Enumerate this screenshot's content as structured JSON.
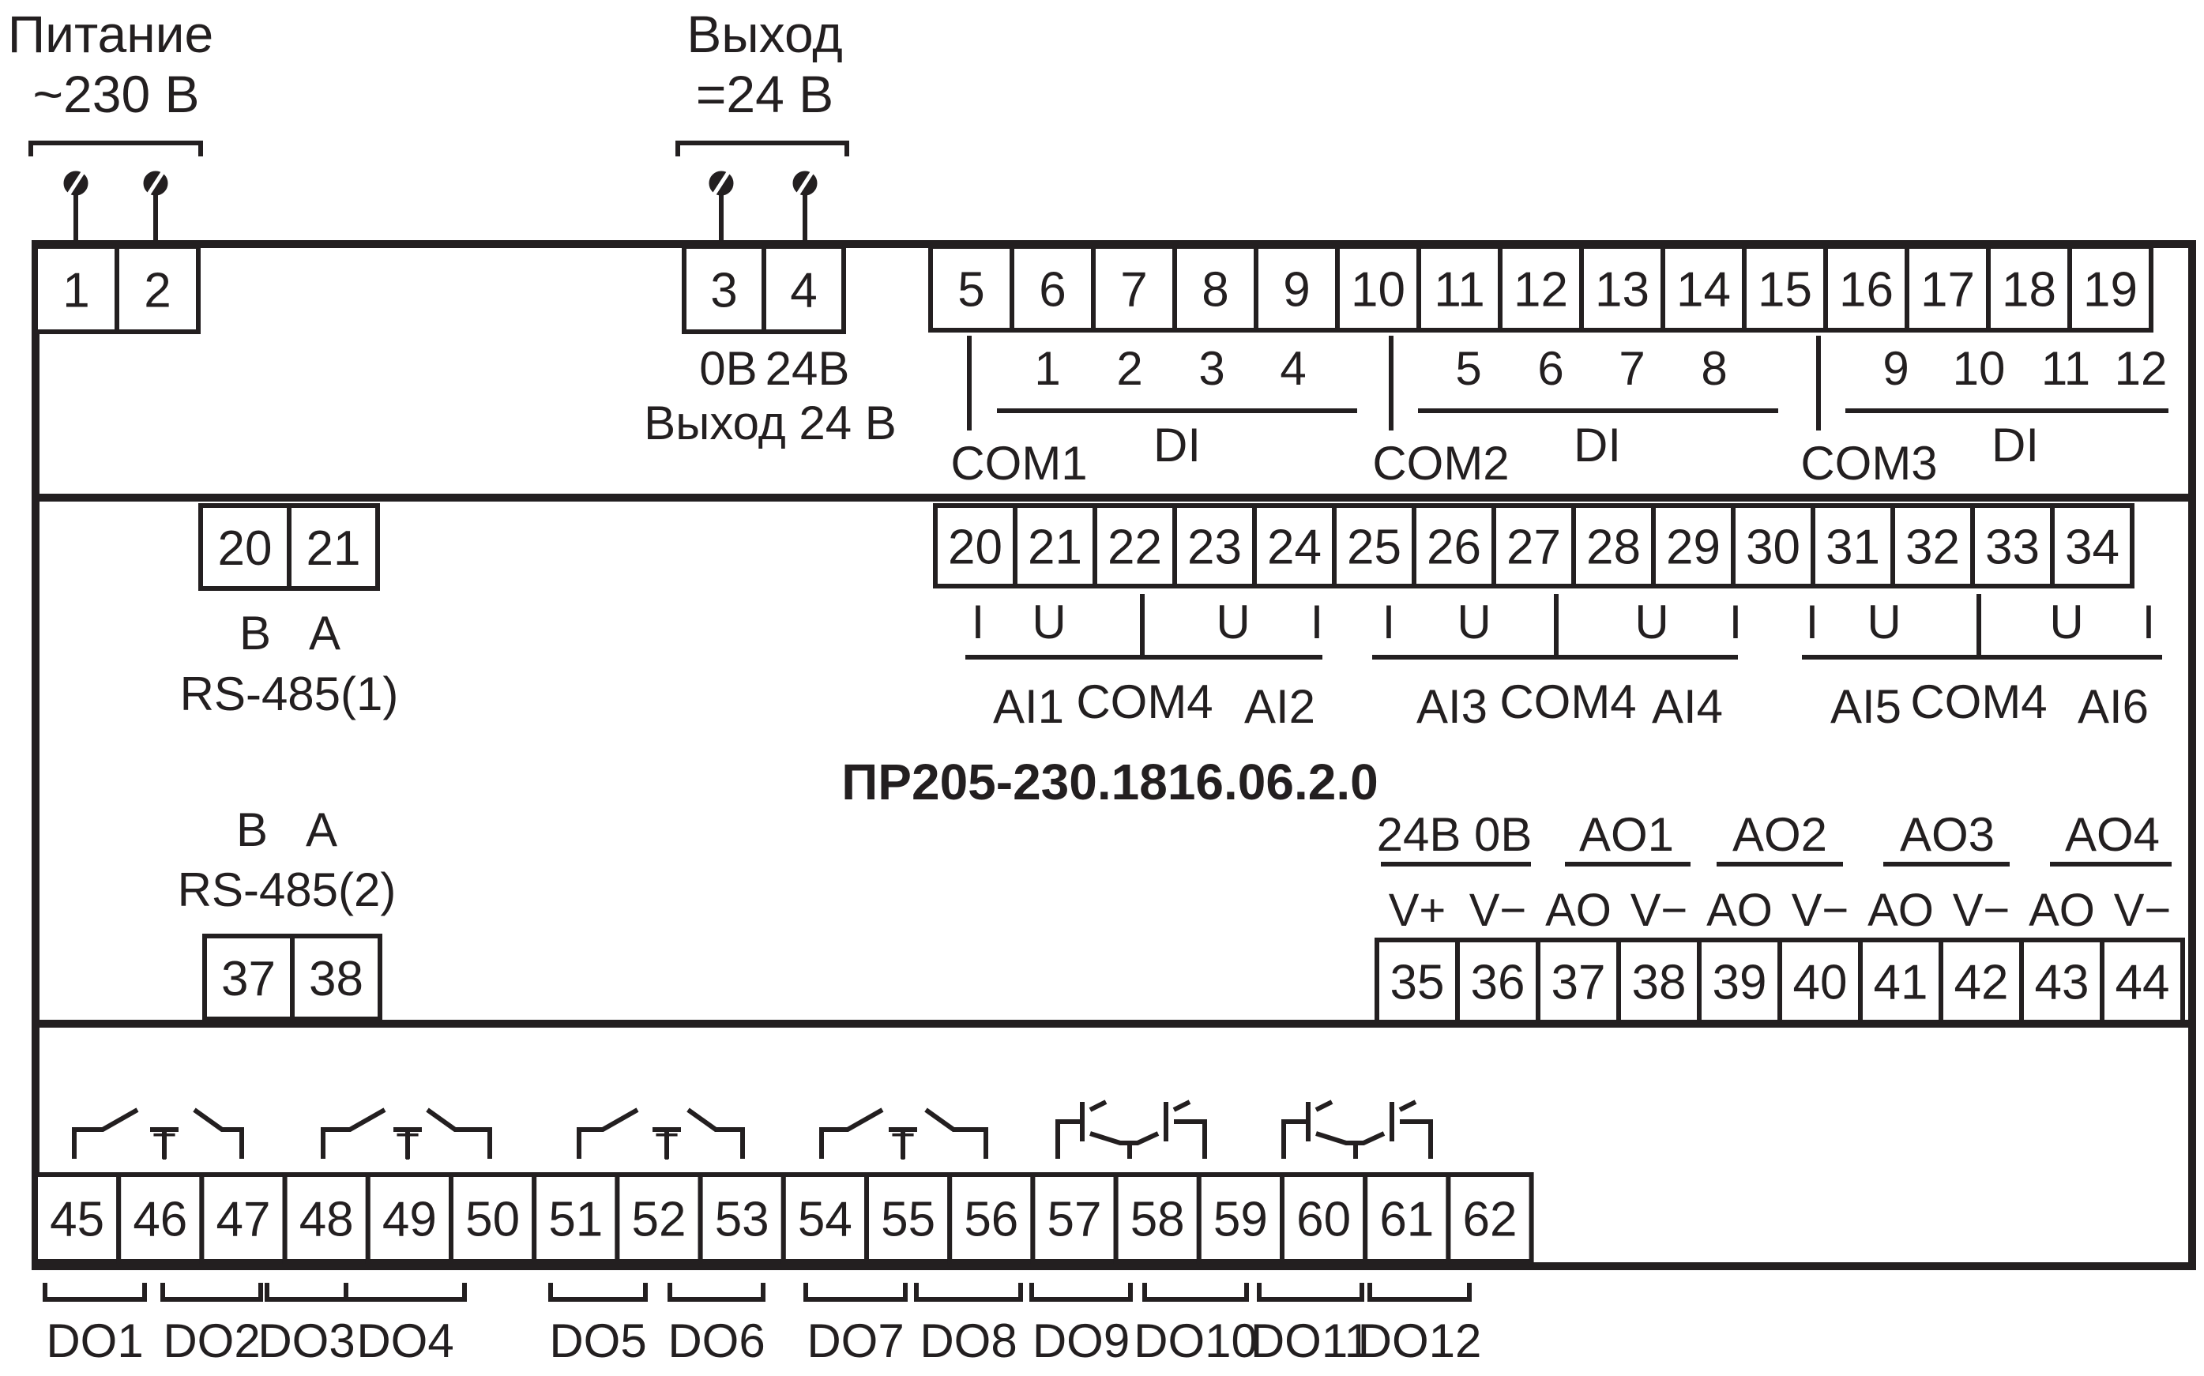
{
  "header": {
    "power": {
      "line1": "Питание",
      "line2": "~230 В"
    },
    "output": {
      "line1": "Выход",
      "line2": "=24 В"
    }
  },
  "model": "ПР205-230.1816.06.2.0",
  "power_terminals": [
    "1",
    "2"
  ],
  "output_terminals": [
    "3",
    "4"
  ],
  "output_labels": {
    "ov": "0В",
    "v24": "24В",
    "caption": "Выход 24 В"
  },
  "di": {
    "terminals": [
      "5",
      "6",
      "7",
      "8",
      "9",
      "10",
      "11",
      "12",
      "13",
      "14",
      "15",
      "16",
      "17",
      "18",
      "19"
    ],
    "groups": [
      {
        "channels": [
          "1",
          "2",
          "3",
          "4"
        ],
        "com": "COM1",
        "label": "DI"
      },
      {
        "channels": [
          "5",
          "6",
          "7",
          "8"
        ],
        "com": "COM2",
        "label": "DI"
      },
      {
        "channels": [
          "9",
          "10",
          "11",
          "12"
        ],
        "com": "COM3",
        "label": "DI"
      }
    ]
  },
  "rs485_1": {
    "terminals": [
      "20",
      "21"
    ],
    "b": "B",
    "a": "A",
    "label": "RS-485(1)"
  },
  "rs485_2": {
    "terminals": [
      "37",
      "38"
    ],
    "b": "B",
    "a": "A",
    "label": "RS-485(2)"
  },
  "ai": {
    "terminals": [
      "20",
      "21",
      "22",
      "23",
      "24",
      "25",
      "26",
      "27",
      "28",
      "29",
      "30",
      "31",
      "32",
      "33",
      "34"
    ],
    "groups": [
      {
        "i1": "I",
        "u1": "U",
        "u2": "U",
        "i2": "I",
        "ch1": "AI1",
        "com": "COM4",
        "ch2": "AI2"
      },
      {
        "i1": "I",
        "u1": "U",
        "u2": "U",
        "i2": "I",
        "ch1": "AI3",
        "com": "COM4",
        "ch2": "AI4"
      },
      {
        "i1": "I",
        "u1": "U",
        "u2": "U",
        "i2": "I",
        "ch1": "AI5",
        "com": "COM4",
        "ch2": "AI6"
      }
    ]
  },
  "ao": {
    "supply": "24В 0В",
    "channels": [
      "AO1",
      "AO2",
      "AO3",
      "AO4"
    ],
    "pins": [
      "V+",
      "V−",
      "AO",
      "V−",
      "AO",
      "V−",
      "AO",
      "V−",
      "AO",
      "V−"
    ],
    "terminals": [
      "35",
      "36",
      "37",
      "38",
      "39",
      "40",
      "41",
      "42",
      "43",
      "44"
    ]
  },
  "do": {
    "terminals": [
      "45",
      "46",
      "47",
      "48",
      "49",
      "50",
      "51",
      "52",
      "53",
      "54",
      "55",
      "56",
      "57",
      "58",
      "59",
      "60",
      "61",
      "62"
    ],
    "labels": [
      "DO1",
      "DO2",
      "DO3",
      "DO4",
      "DO5",
      "DO6",
      "DO7",
      "DO8",
      "DO9",
      "DO10",
      "DO11",
      "DO12"
    ],
    "relay_common": "T"
  }
}
